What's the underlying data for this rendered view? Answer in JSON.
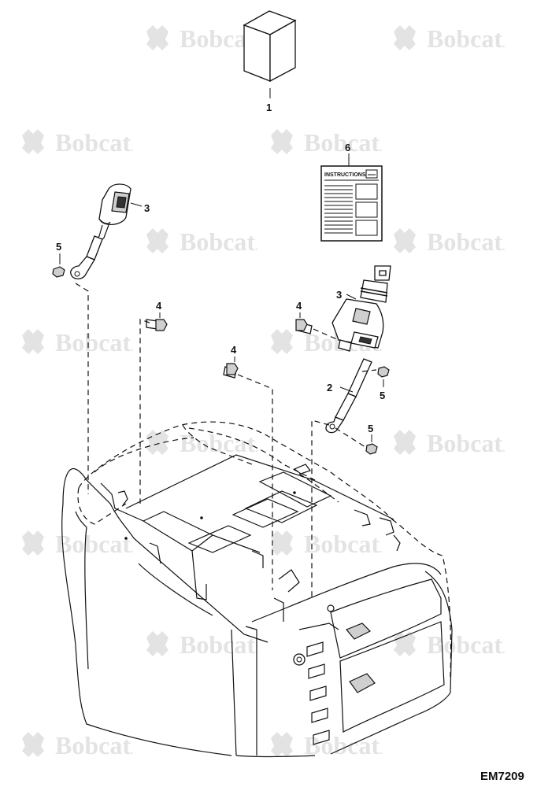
{
  "watermark": {
    "text": "Bobcat",
    "suffix": "."
  },
  "callouts": [
    {
      "id": "c1",
      "text": "1"
    },
    {
      "id": "c6",
      "text": "6"
    },
    {
      "id": "c3a",
      "text": "3"
    },
    {
      "id": "c3b",
      "text": "3"
    },
    {
      "id": "c5a",
      "text": "5"
    },
    {
      "id": "c4a",
      "text": "4"
    },
    {
      "id": "c4b",
      "text": "4"
    },
    {
      "id": "c4c",
      "text": "4"
    },
    {
      "id": "c5b",
      "text": "5"
    },
    {
      "id": "c2",
      "text": "2"
    },
    {
      "id": "c5c",
      "text": "5"
    }
  ],
  "instructions_sheet": {
    "title": "INSTRUCTIONS"
  },
  "figure_id": "EM7209"
}
